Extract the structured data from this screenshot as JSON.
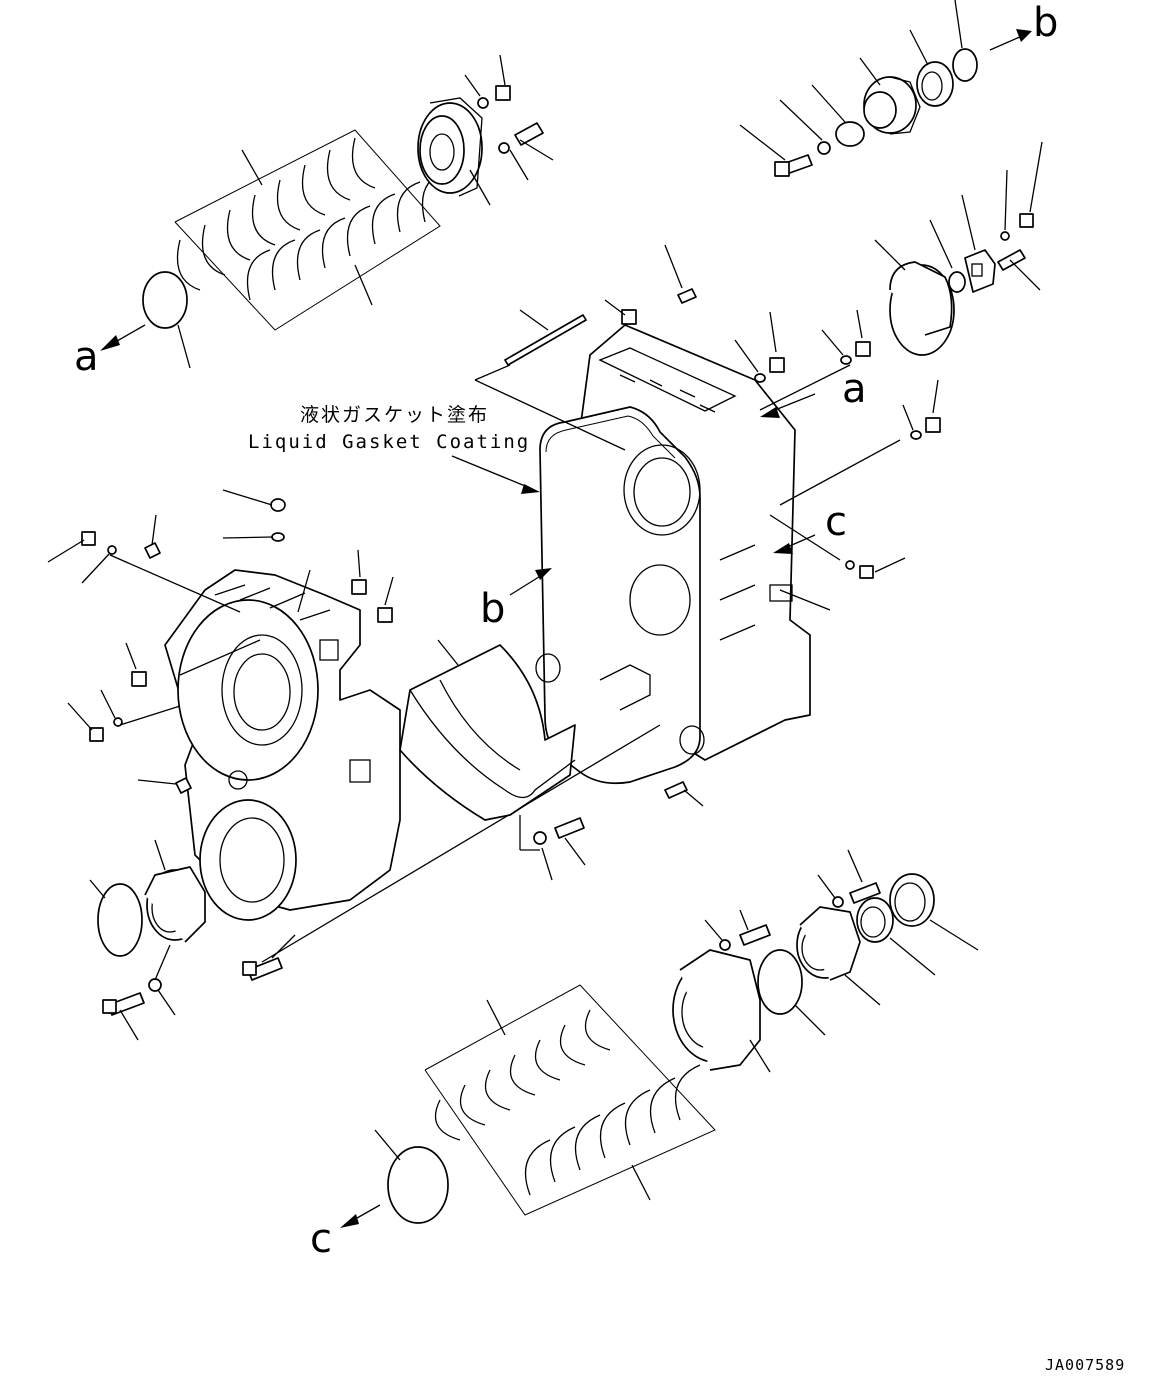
{
  "labels": {
    "gasket_note_jp": "液状ガスケット塗布",
    "gasket_note_en": "Liquid Gasket Coating",
    "ref_a": "a",
    "ref_b": "b",
    "ref_c": "c",
    "drawing_code": "JA007589"
  }
}
